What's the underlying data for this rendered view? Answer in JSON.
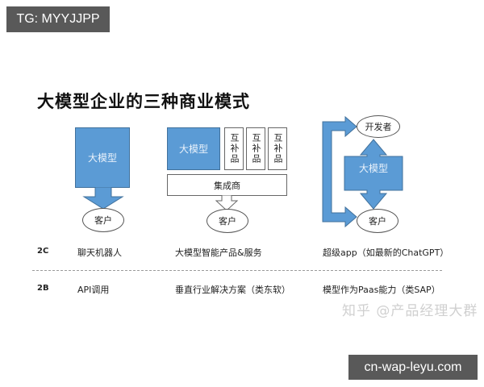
{
  "overlay_tags": {
    "top_left": "TG: MYYJJPP",
    "bottom_right": "cn-wap-leyu.com"
  },
  "title": "大模型企业的三种商业模式",
  "diagrams": {
    "model1": {
      "box": "大模型",
      "customer": "客户"
    },
    "model2": {
      "box": "大模型",
      "complements": [
        "互补品",
        "互补品",
        "互补品"
      ],
      "integrator": "集成商",
      "customer": "客户"
    },
    "model3": {
      "box": "大模型",
      "developer": "开发者",
      "customer": "客户"
    }
  },
  "rows": [
    {
      "label": "2C",
      "cells": [
        "聊天机器人",
        "大模型智能产品&服务",
        "超级app（如最新的ChatGPT）"
      ]
    },
    {
      "label": "2B",
      "cells": [
        "API调用",
        "垂直行业解决方案（类东软）",
        "模型作为Paas能力（类SAP）"
      ]
    }
  ],
  "watermark": "知乎 @产品经理大群",
  "colors": {
    "accent_blue": "#5b9bd5",
    "tag_bg": "#595959"
  }
}
